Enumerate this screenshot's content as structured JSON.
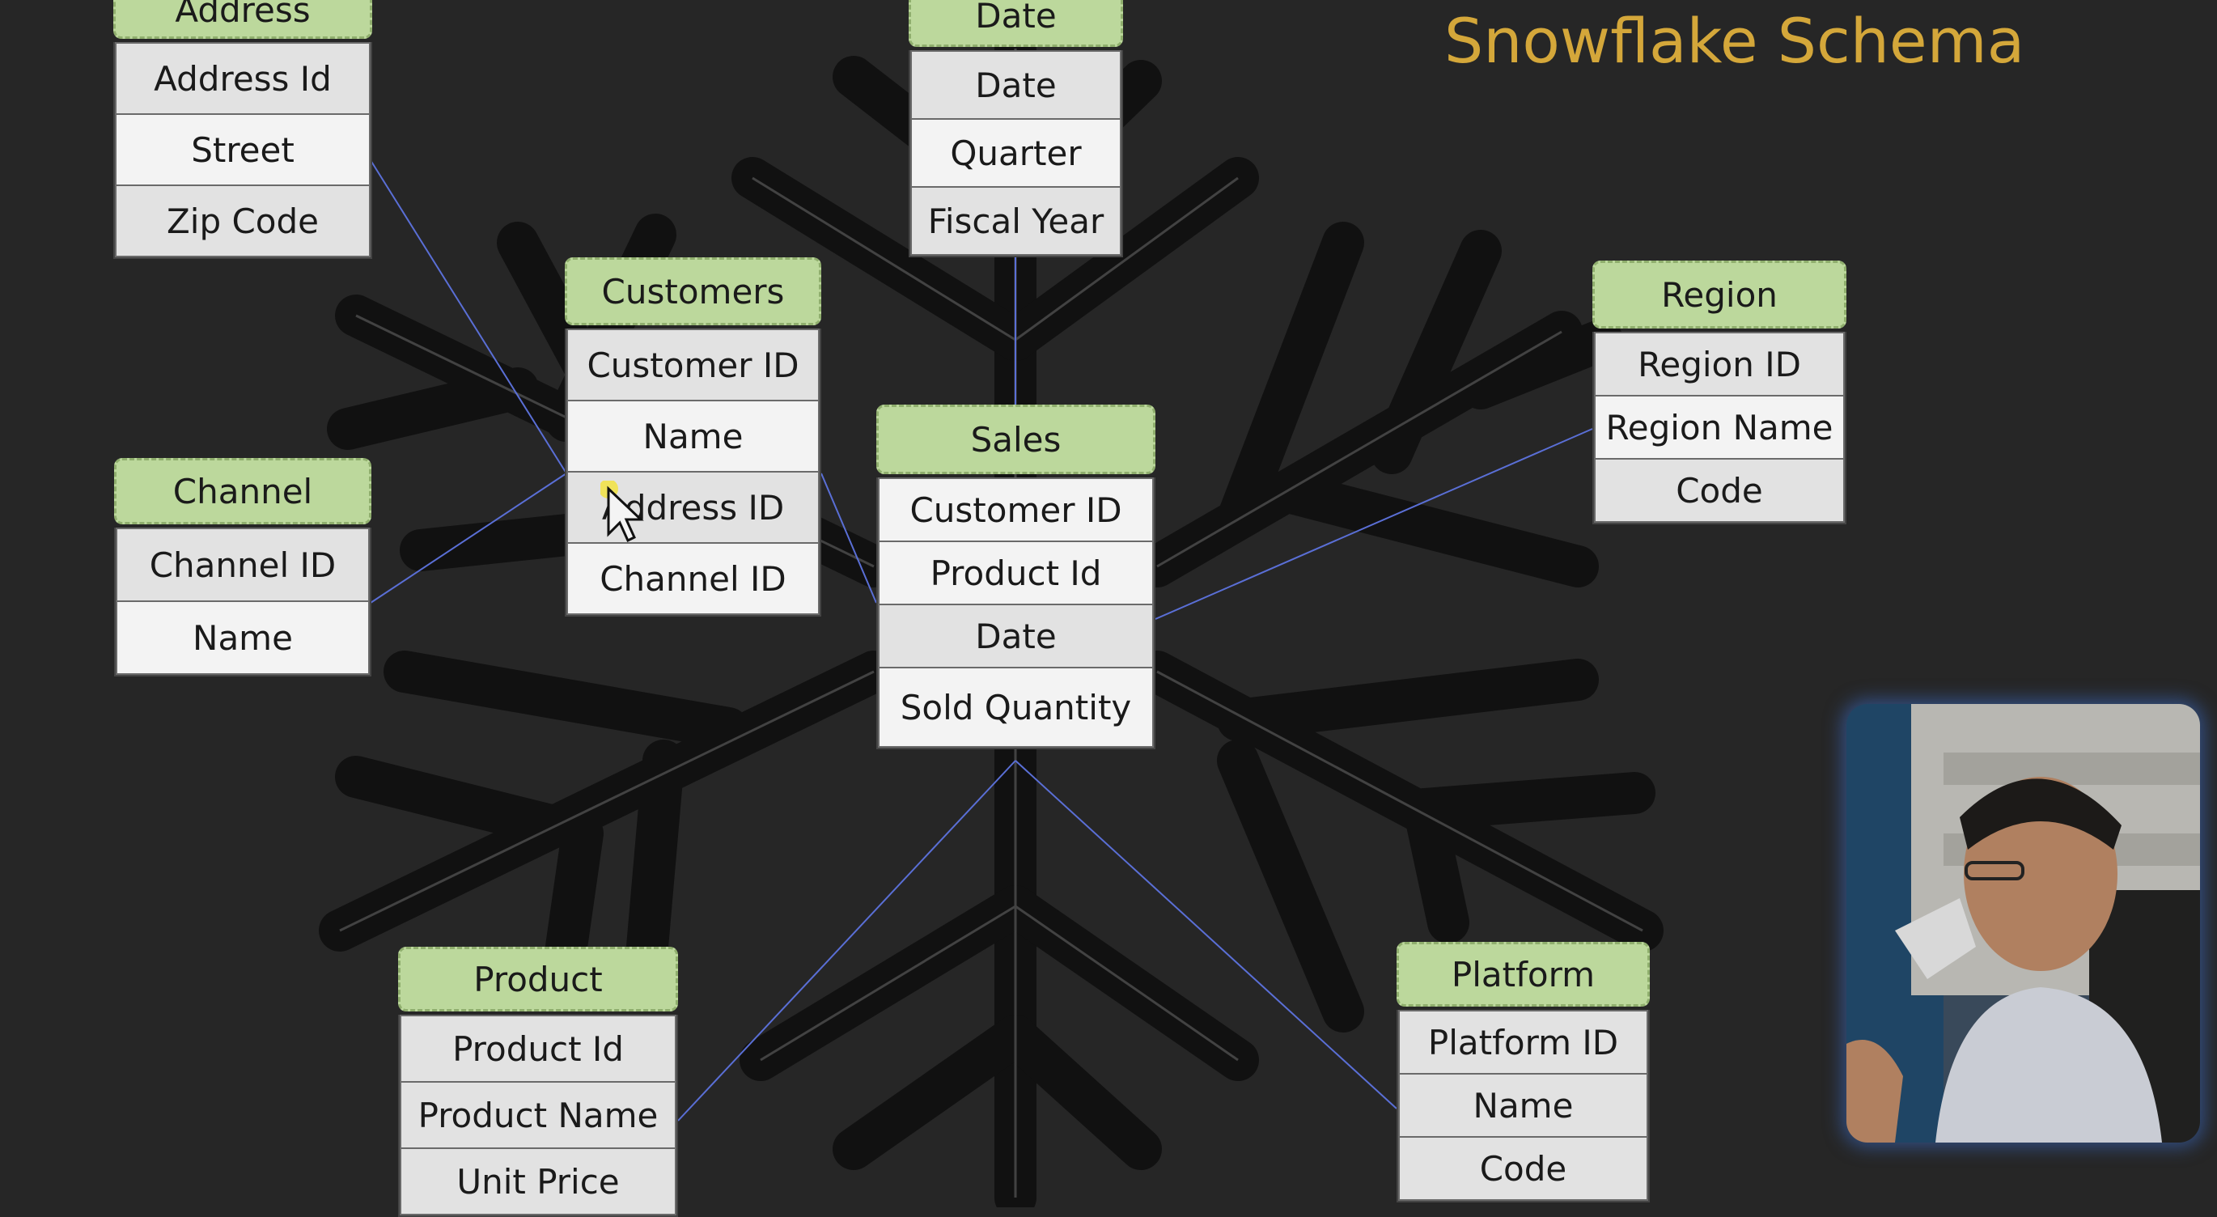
{
  "title": "Snowflake Schema",
  "tables": {
    "address": {
      "header": "Address",
      "fields": [
        "Address Id",
        "Street",
        "Zip Code"
      ]
    },
    "date": {
      "header": "Date",
      "fields": [
        "Date",
        "Quarter",
        "Fiscal Year"
      ]
    },
    "customers": {
      "header": "Customers",
      "fields": [
        "Customer ID",
        "Name",
        "Address ID",
        "Channel ID"
      ]
    },
    "region": {
      "header": "Region",
      "fields": [
        "Region ID",
        "Region Name",
        "Code"
      ]
    },
    "sales": {
      "header": "Sales",
      "fields": [
        "Customer ID",
        "Product Id",
        "Date",
        "Sold Quantity"
      ]
    },
    "channel": {
      "header": "Channel",
      "fields": [
        "Channel ID",
        "Name"
      ]
    },
    "product": {
      "header": "Product",
      "fields": [
        "Product Id",
        "Product Name",
        "Unit Price"
      ]
    },
    "platform": {
      "header": "Platform",
      "fields": [
        "Platform ID",
        "Name",
        "Code"
      ]
    }
  },
  "colors": {
    "background": "#262626",
    "title": "#d4a73a",
    "table_header": "#bcd89c",
    "table_row": "#e2e2e2",
    "relationship_line": "#5a6fd6",
    "snowflake": "#111111"
  },
  "icons": {
    "cursor": "mouse-pointer-icon",
    "webcam": "presenter-webcam-video"
  }
}
